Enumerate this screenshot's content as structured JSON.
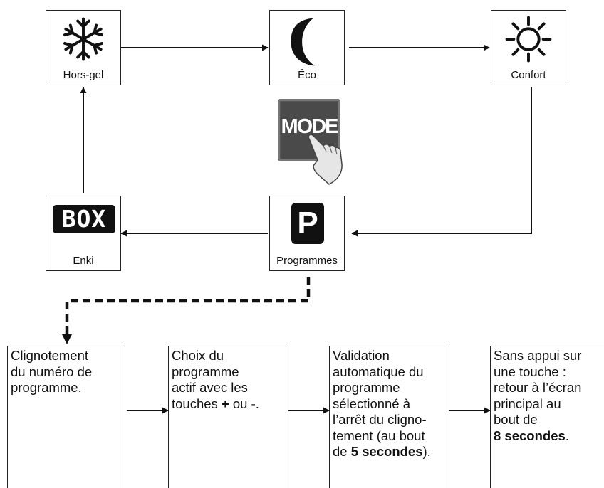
{
  "modes": {
    "hors_gel": {
      "label": "Hors-gel",
      "icon": "snowflake-icon"
    },
    "eco": {
      "label": "Éco",
      "icon": "moon-icon"
    },
    "confort": {
      "label": "Confort",
      "icon": "sun-icon"
    },
    "enki": {
      "label": "Enki",
      "icon": "box-icon",
      "icon_text": "BOX"
    },
    "programmes": {
      "label": "Programmes",
      "icon": "p-icon",
      "icon_text": "P"
    }
  },
  "mode_button": {
    "text": "MODE",
    "icon": "pointing-hand-icon"
  },
  "steps": [
    {
      "lines": [
        "Clignotement",
        "du numéro de",
        "programme."
      ]
    },
    {
      "lines": [
        "Choix du",
        "programme",
        "actif avec les"
      ],
      "last": {
        "t1": "touches ",
        "b1": "+",
        "t2": " ou ",
        "b2": "-",
        "t3": "."
      }
    },
    {
      "lines": [
        "Validation",
        "automatique du",
        "programme",
        "sélectionné à",
        "l’arrêt du cligno-",
        "tement (au bout"
      ],
      "last": {
        "t1": "de ",
        "b1": "5 secondes",
        "t2": ")."
      }
    },
    {
      "lines": [
        "Sans appui sur",
        "une touche :",
        "retour à l’écran",
        "principal au",
        "bout de"
      ],
      "last": {
        "b1": "8 secondes",
        "t2": "."
      }
    }
  ]
}
